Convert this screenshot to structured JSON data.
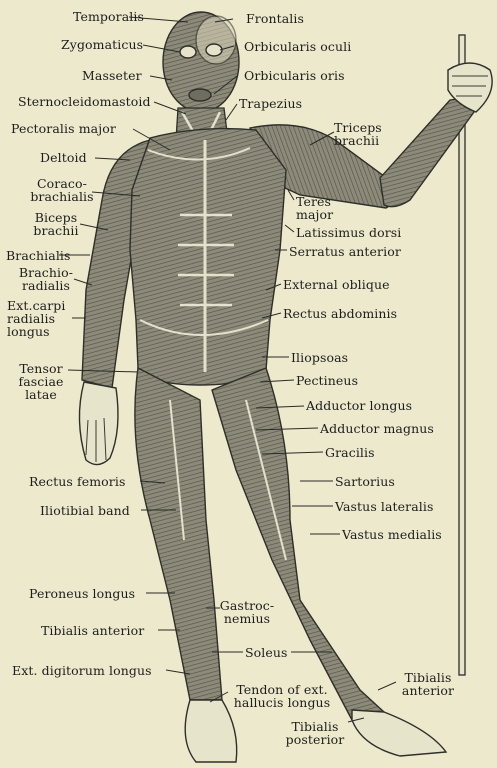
{
  "labels": {
    "temporalis": "Temporalis",
    "frontalis": "Frontalis",
    "zygomaticus": "Zygomaticus",
    "orbicularis_oculi": "Orbicularis oculi",
    "masseter": "Masseter",
    "orbicularis_oris": "Orbicularis oris",
    "sternocleidomastoid": "Sternocleidomastoid",
    "trapezius": "Trapezius",
    "pectoralis_major": "Pectoralis major",
    "triceps_brachii": "Triceps\nbrachii",
    "deltoid": "Deltoid",
    "coracobrachialis": "Coraco-\nbrachialis",
    "teres_major": "Teres\nmajor",
    "latissimus_dorsi": "Latissimus dorsi",
    "biceps_brachii": "Biceps\nbrachii",
    "serratus_anterior": "Serratus anterior",
    "brachialis": "Brachialis",
    "brachioradialis": "Brachio-\nradialis",
    "external_oblique": "External oblique",
    "ext_carpi_radialis_longus": "Ext.carpi\nradialis\nlongus",
    "rectus_abdominis": "Rectus abdominis",
    "iliopsoas": "Iliopsoas",
    "tensor_fasciae_latae": "Tensor\nfasciae\nlatae",
    "pectineus": "Pectineus",
    "adductor_longus": "Adductor longus",
    "adductor_magnus": "Adductor magnus",
    "gracilis": "Gracilis",
    "rectus_femoris": "Rectus femoris",
    "sartorius": "Sartorius",
    "vastus_lateralis": "Vastus lateralis",
    "iliotibial_band": "Iliotibial band",
    "vastus_medialis": "Vastus medialis",
    "peroneus_longus": "Peroneus longus",
    "gastrocnemius": "Gastroc-\nnemius",
    "tibialis_anterior_left": "Tibialis anterior",
    "soleus": "Soleus",
    "ext_digitorum_longus": "Ext. digitorum longus",
    "tibialis_anterior_right": "Tibialis\nanterior",
    "tendon_ext_hallucis_longus": "Tendon of ext.\nhallucis longus",
    "tibialis_posterior": "Tibialis\nposterior"
  },
  "colors": {
    "background": "#ece9cd",
    "ink": "#1d1d1b",
    "muscle_fill": "#8a8676",
    "muscle_dark": "#4b4940",
    "tendon": "#e4e1cc"
  }
}
